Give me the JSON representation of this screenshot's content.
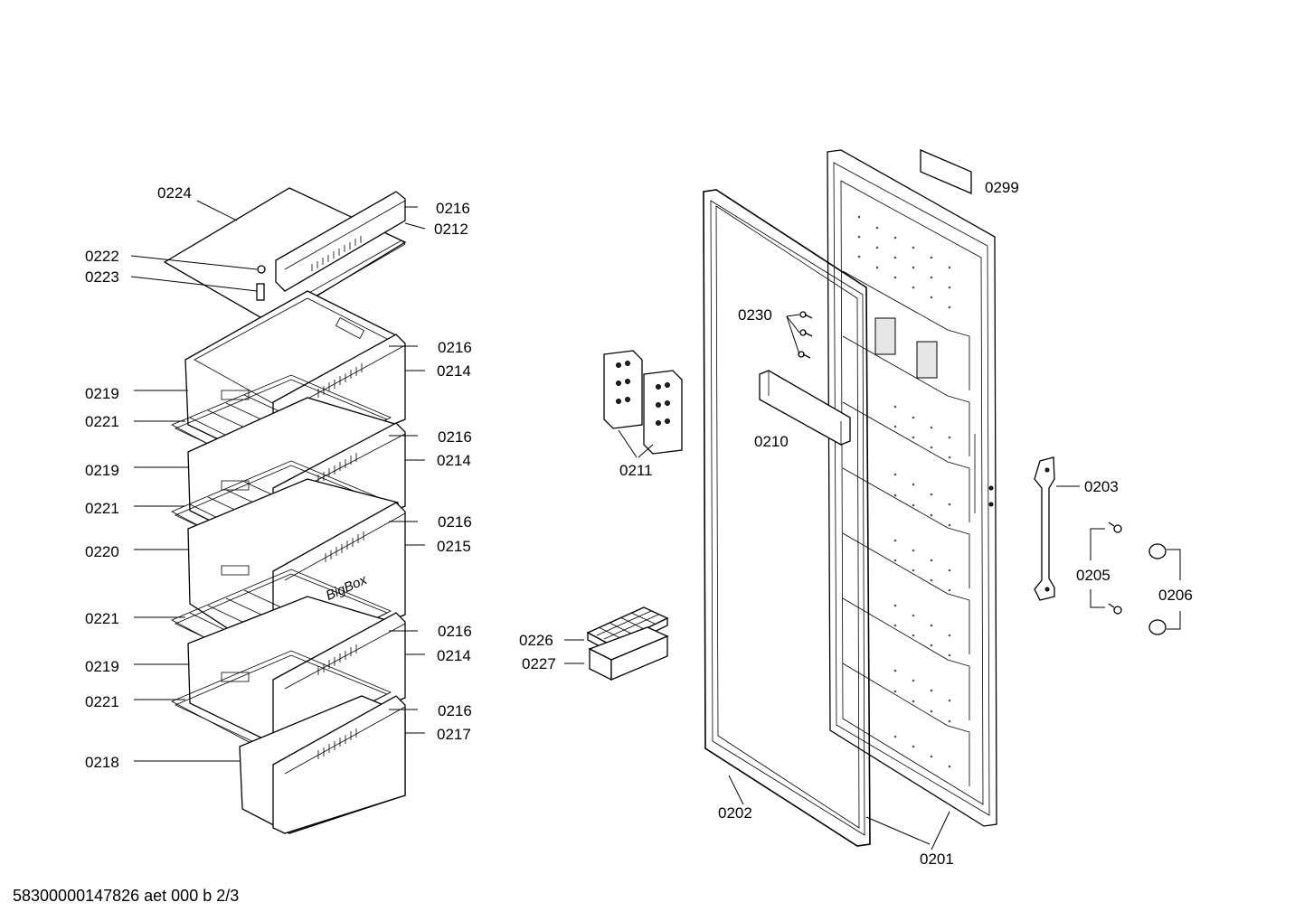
{
  "callouts": {
    "c0224": "0224",
    "c0216a": "0216",
    "c0212": "0212",
    "c0222": "0222",
    "c0223": "0223",
    "c0216b": "0216",
    "c0214a": "0214",
    "c0219a": "0219",
    "c0221a": "0221",
    "c0216c": "0216",
    "c0214b": "0214",
    "c0219b": "0219",
    "c0221b": "0221",
    "c0216d": "0216",
    "c0215": "0215",
    "c0220": "0220",
    "c0221c": "0221",
    "c0216e": "0216",
    "c0214c": "0214",
    "c0219c": "0219",
    "c0221d": "0221",
    "c0216f": "0216",
    "c0217": "0217",
    "c0218": "0218",
    "c0299": "0299",
    "c0230": "0230",
    "c0211": "0211",
    "c0210": "0210",
    "c0226": "0226",
    "c0227": "0227",
    "c0203": "0203",
    "c0205": "0205",
    "c0206": "0206",
    "c0202": "0202",
    "c0201": "0201"
  },
  "drawer_logo": "BigBox",
  "footer": "58300000147826 aet 000 b 2/3"
}
